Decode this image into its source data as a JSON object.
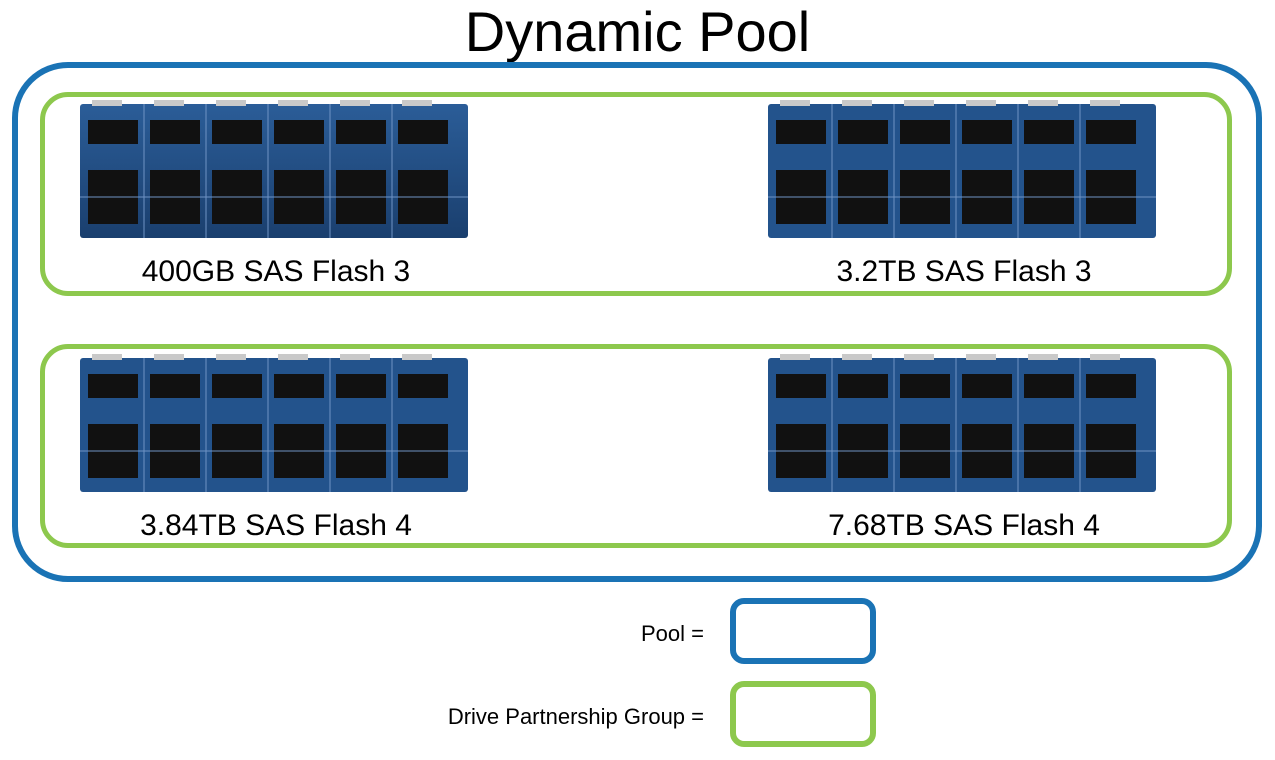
{
  "title": "Dynamic Pool",
  "groups": [
    {
      "drives": [
        {
          "label": "400GB SAS Flash 3"
        },
        {
          "label": "3.2TB SAS Flash 3"
        }
      ]
    },
    {
      "drives": [
        {
          "label": "3.84TB SAS Flash 4"
        },
        {
          "label": "7.68TB SAS Flash 4"
        }
      ]
    }
  ],
  "legend": {
    "pool_label": "Pool =",
    "group_label": "Drive Partnership Group ="
  },
  "colors": {
    "pool_border": "#1a73b5",
    "group_border": "#8dc84d",
    "drive_board": "#1f4f8a",
    "drive_chip": "#111111"
  },
  "icons": {
    "drive_stack": "ssd-drive-stack-icon"
  }
}
